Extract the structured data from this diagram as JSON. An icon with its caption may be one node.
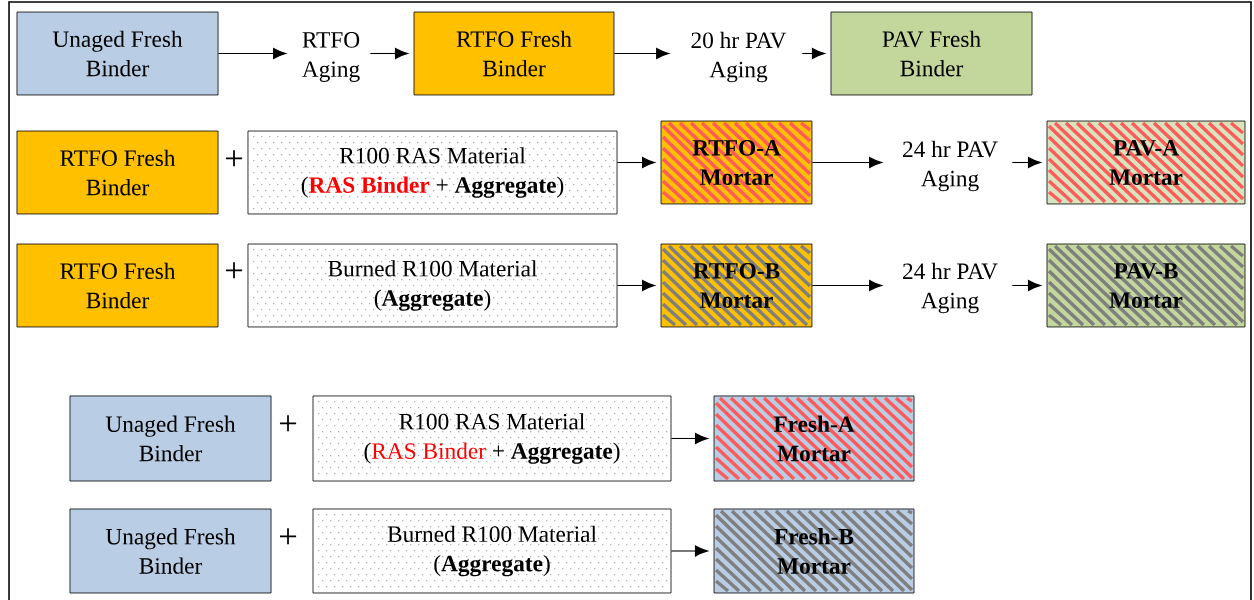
{
  "diagram": {
    "nodes": [
      {
        "text": [
          "Unaged Fresh Binder"
        ]
      },
      {
        "text": [
          "RTFO Aging"
        ]
      },
      {
        "text": [
          "RTFO Fresh Binder"
        ]
      },
      {
        "text": [
          "20 hr PAV Aging"
        ]
      },
      {
        "text": [
          "PAV Fresh Binder"
        ]
      },
      {
        "text": [
          "RTFO Fresh Binder"
        ]
      },
      {
        "text": [
          "R100 RAS Material",
          "(",
          "**RAS Binder**",
          "+ **Aggregate**)"
        ]
      },
      {
        "text": [
          "RTFO-A Mortar"
        ]
      },
      {
        "text": [
          "24 hr PAV Aging"
        ]
      },
      {
        "text": [
          "PAV-A Mortar"
        ]
      },
      {
        "text": [
          "RTFO Fresh Binder"
        ]
      },
      {
        "text": [
          "Burned R100 Material",
          "(**Aggregate**)"
        ]
      },
      {
        "text": [
          "RTFO-B Mortar"
        ]
      },
      {
        "text": [
          "24 hr PAV Aging"
        ]
      },
      {
        "text": [
          "PAV-B Mortar"
        ]
      },
      {
        "text": [
          "Unaged Fresh Binder"
        ]
      },
      {
        "text": [
          "R100 RAS Material",
          "(",
          "RAS Binder",
          "+ **Aggregate**)"
        ]
      },
      {
        "text": [
          "Fresh-A Mortar"
        ]
      },
      {
        "text": [
          "Unaged Fresh Binder"
        ]
      },
      {
        "text": [
          "Burned R100 Material",
          "(**Aggregate**)"
        ]
      },
      {
        "text": [
          "Fresh-B Mortar"
        ]
      }
    ],
    "edges": [
      {
        "from": 0,
        "to": 1,
        "arrow": "to"
      },
      {
        "from": 1,
        "to": 2,
        "arrow": "to"
      },
      {
        "from": 2,
        "to": 3,
        "arrow": "to"
      },
      {
        "from": 3,
        "to": 4,
        "arrow": "to"
      },
      {
        "from": 6,
        "to": 7,
        "arrow": "to"
      },
      {
        "from": 7,
        "to": 8,
        "arrow": "to"
      },
      {
        "from": 8,
        "to": 9,
        "arrow": "to"
      },
      {
        "from": 11,
        "to": 12,
        "arrow": "to"
      },
      {
        "from": 12,
        "to": 13,
        "arrow": "to"
      },
      {
        "from": 13,
        "to": 14,
        "arrow": "to"
      },
      {
        "from": 16,
        "to": 17,
        "arrow": "to"
      },
      {
        "from": 19,
        "to": 20,
        "arrow": "to"
      }
    ],
    "labels": [
      "+",
      "+",
      "+",
      "+"
    ]
  }
}
